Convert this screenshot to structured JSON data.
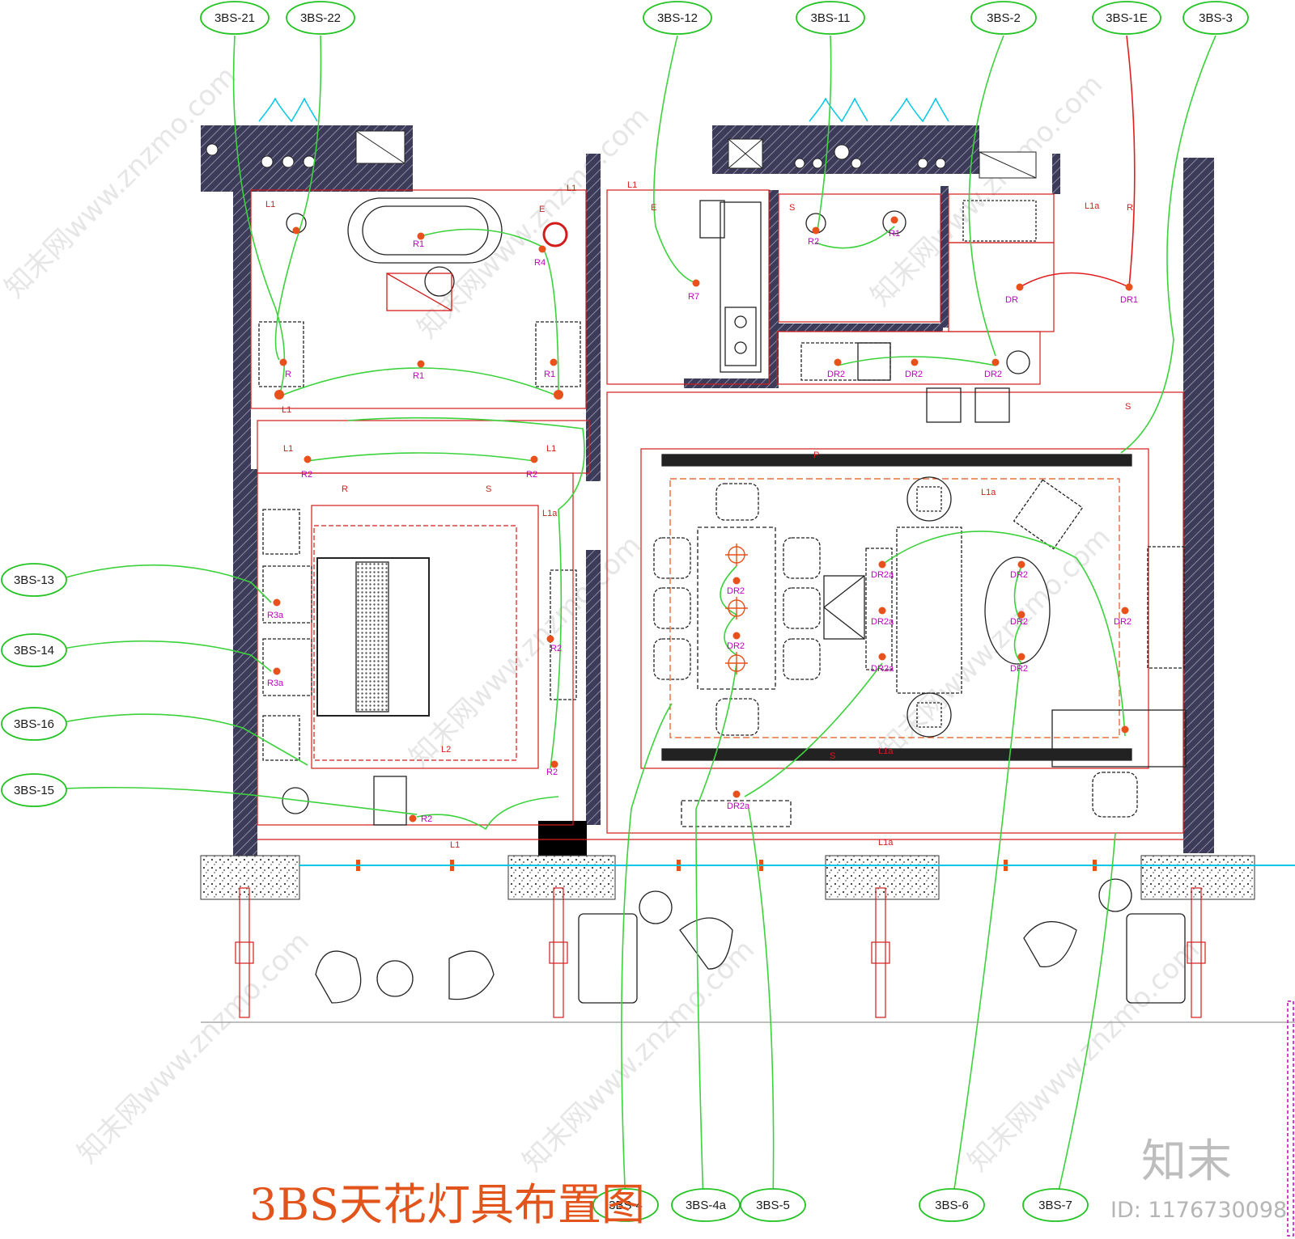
{
  "title": "3BS天花灯具布置图",
  "watermark": {
    "brand": "知末",
    "id": "ID: 1176730098",
    "diagonal": "知末网www.znzmo.com"
  },
  "callouts": [
    {
      "id": "3BS-21"
    },
    {
      "id": "3BS-22"
    },
    {
      "id": "3BS-12"
    },
    {
      "id": "3BS-11"
    },
    {
      "id": "3BS-2"
    },
    {
      "id": "3BS-1E"
    },
    {
      "id": "3BS-3"
    },
    {
      "id": "3BS-13"
    },
    {
      "id": "3BS-14"
    },
    {
      "id": "3BS-16"
    },
    {
      "id": "3BS-15"
    },
    {
      "id": "3BS-4"
    },
    {
      "id": "3BS-4a"
    },
    {
      "id": "3BS-5"
    },
    {
      "id": "3BS-6"
    },
    {
      "id": "3BS-7"
    }
  ],
  "fixtures": [
    "R1",
    "R1",
    "R1",
    "R1",
    "R4",
    "R",
    "R7",
    "R2",
    "R2",
    "R2",
    "R2",
    "R2",
    "R2",
    "R3a",
    "R3a",
    "DR",
    "DR1",
    "DR2",
    "DR2",
    "DR2",
    "DR2",
    "DR2",
    "DR2",
    "DR2",
    "DR2",
    "DR2",
    "DR2a",
    "DR2a",
    "DR2a",
    "DR2a"
  ],
  "zones": [
    "L1",
    "L1",
    "L1",
    "L1",
    "L1",
    "L1",
    "L1",
    "L1a",
    "L1a",
    "L1a",
    "L1a",
    "L1a",
    "L2",
    "E",
    "E",
    "R",
    "R",
    "S",
    "S",
    "S",
    "S",
    "P"
  ],
  "colors": {
    "tag": "#22c322",
    "leader": "#3cd23c",
    "leader_red": "#e01e1e",
    "wall": "#3c3c5a",
    "ceiling": "#d21c1c",
    "fixture": "#c000c0",
    "title": "#e2541c"
  }
}
